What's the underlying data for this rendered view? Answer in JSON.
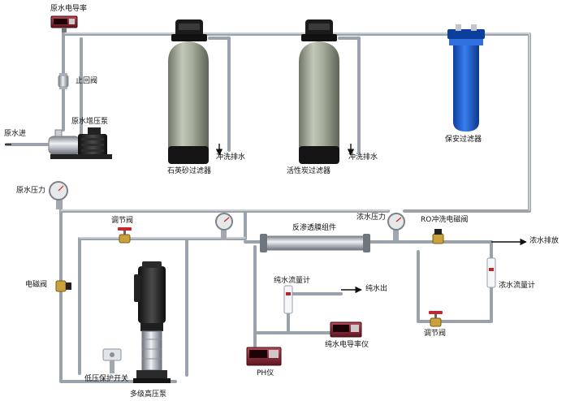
{
  "labels": {
    "raw_conductivity": "原水电导率",
    "check_valve": "止回阀",
    "raw_in": "原水进",
    "booster_pump": "原水增压泵",
    "sand_filter": "石英砂过滤器",
    "flush_drain_1": "冲洗排水",
    "carbon_filter": "活性炭过滤器",
    "flush_drain_2": "冲洗排水",
    "security_filter": "保安过滤器",
    "raw_pressure": "原水压力",
    "regulating_valve_1": "调节阀",
    "membrane": "反渗透膜组件",
    "conc_pressure": "浓水压力",
    "ro_flush_valve": "RO冲洗电磁阀",
    "conc_drain": "浓水排放",
    "solenoid_valve": "电磁阀",
    "permeate_flowmeter": "纯水流量计",
    "permeate_out": "纯水出",
    "conc_flowmeter": "浓水流量计",
    "regulating_valve_2": "调节阀",
    "permeate_conductivity": "纯水电导率仪",
    "ph_meter": "PH仪",
    "low_pressure_switch": "低压保护开关",
    "hp_pump": "多级高压泵"
  },
  "colors": {
    "pipe": "#9aa2ab",
    "tank": "#9aa290",
    "tank_base": "#151515",
    "cartridge": "#1e5fd4",
    "valve_handle": "#c8262a",
    "valve_body": "#c9a23c",
    "meter_screen": "#8a2231"
  }
}
